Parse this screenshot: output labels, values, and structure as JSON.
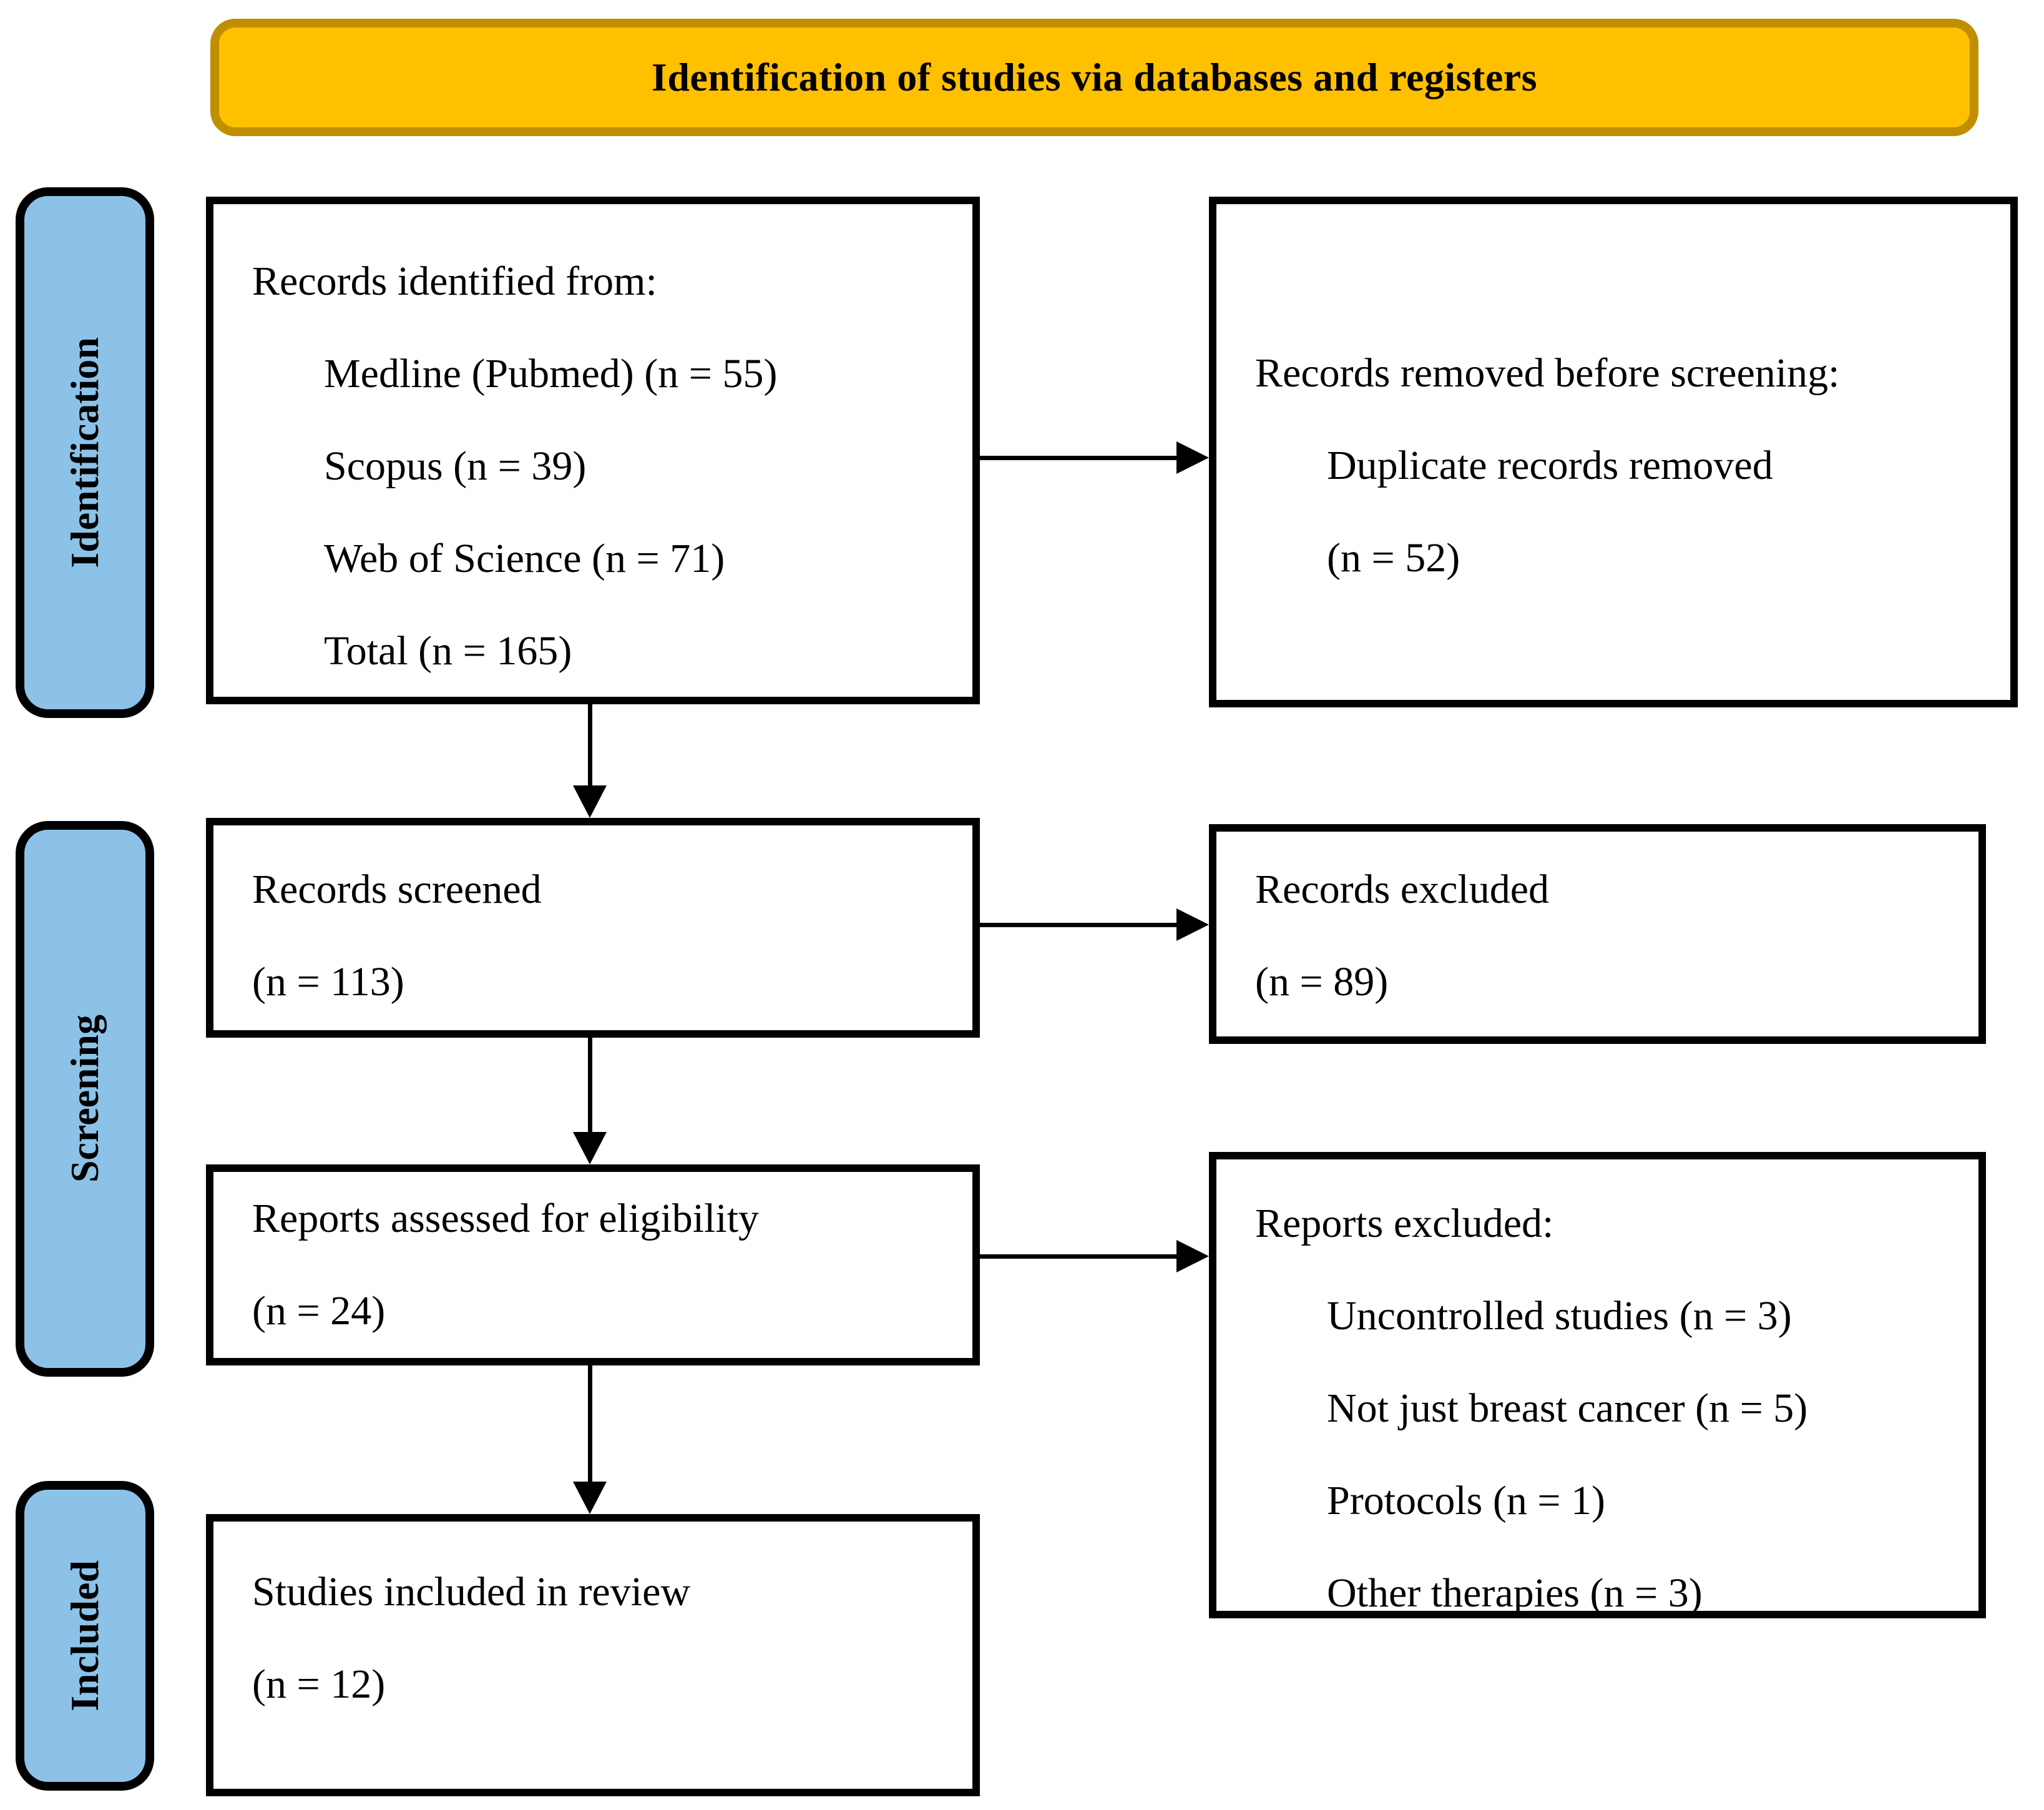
{
  "colors": {
    "header_bg": "#FFC000",
    "header_border": "#BF8F00",
    "stage_bg": "#8CC2E8",
    "line_color": "#000000"
  },
  "header": {
    "title": "Identification of studies via databases and registers"
  },
  "stages": [
    {
      "id": "identification",
      "label": "Identification"
    },
    {
      "id": "screening",
      "label": "Screening"
    },
    {
      "id": "included",
      "label": "Included"
    }
  ],
  "boxes": {
    "identified": {
      "lines": [
        "Records identified from:",
        "Medline (Pubmed) (n = 55)",
        "Scopus (n = 39)",
        "Web of Science (n = 71)",
        "Total (n = 165)"
      ]
    },
    "removed": {
      "lines": [
        "Records removed before screening:",
        "Duplicate records removed",
        "(n = 52)"
      ]
    },
    "screened": {
      "lines": [
        "Records screened",
        "(n = 113)"
      ]
    },
    "excluded": {
      "lines": [
        "Records excluded",
        "(n = 89)"
      ]
    },
    "assessed": {
      "lines": [
        "Reports assessed for eligibility",
        "(n = 24)"
      ]
    },
    "reports_excluded": {
      "lines": [
        "Reports excluded:",
        "Uncontrolled studies (n = 3)",
        "Not just breast cancer (n = 5)",
        "Protocols (n = 1)",
        "Other therapies (n = 3)"
      ]
    },
    "included_review": {
      "lines": [
        "Studies included in review",
        "(n = 12)"
      ]
    }
  }
}
